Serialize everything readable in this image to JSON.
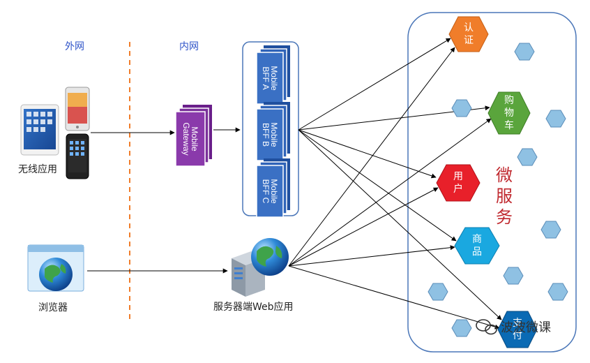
{
  "zones": {
    "outer": "外网",
    "inner": "内网"
  },
  "clients": {
    "mobile": "无线应用",
    "browser": "浏览器"
  },
  "gateway": {
    "label": "Mobile\nGateway"
  },
  "bff": [
    {
      "label": "Mobile\nBFF A"
    },
    {
      "label": "Mobile\nBFF B"
    },
    {
      "label": "Mobile\nBFF C"
    }
  ],
  "webserver": {
    "label": "服务器端Web应用"
  },
  "services": {
    "auth": "认\n证",
    "cart": "购\n物\n车",
    "user": "用\n户",
    "product": "商\n品",
    "pay": "支\n付"
  },
  "microservices_label": "微\n服\n务",
  "watermark": "波波微课",
  "colors": {
    "auth": "#f07d2a",
    "cart": "#5aa53c",
    "user": "#e8202a",
    "product": "#1aa8e0",
    "pay": "#0a6ab4",
    "hex_small": "#8fc1e3",
    "gateway": "#7a2f9a",
    "bff": "#2f63b8",
    "divider": "#f07d2a",
    "cluster_border": "#4a76b8"
  }
}
